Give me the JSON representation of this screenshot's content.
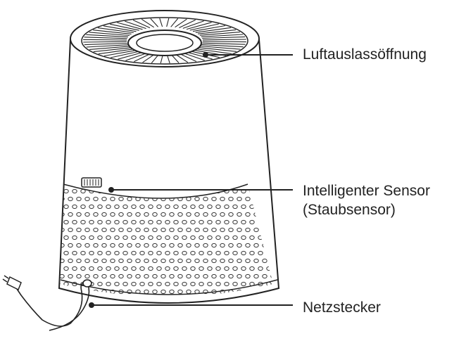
{
  "callouts": {
    "outlet": "Luftauslassöffnung",
    "sensor_line1": "Intelligenter Sensor",
    "sensor_line2": "(Staubsensor)",
    "plug": "Netzstecker"
  }
}
